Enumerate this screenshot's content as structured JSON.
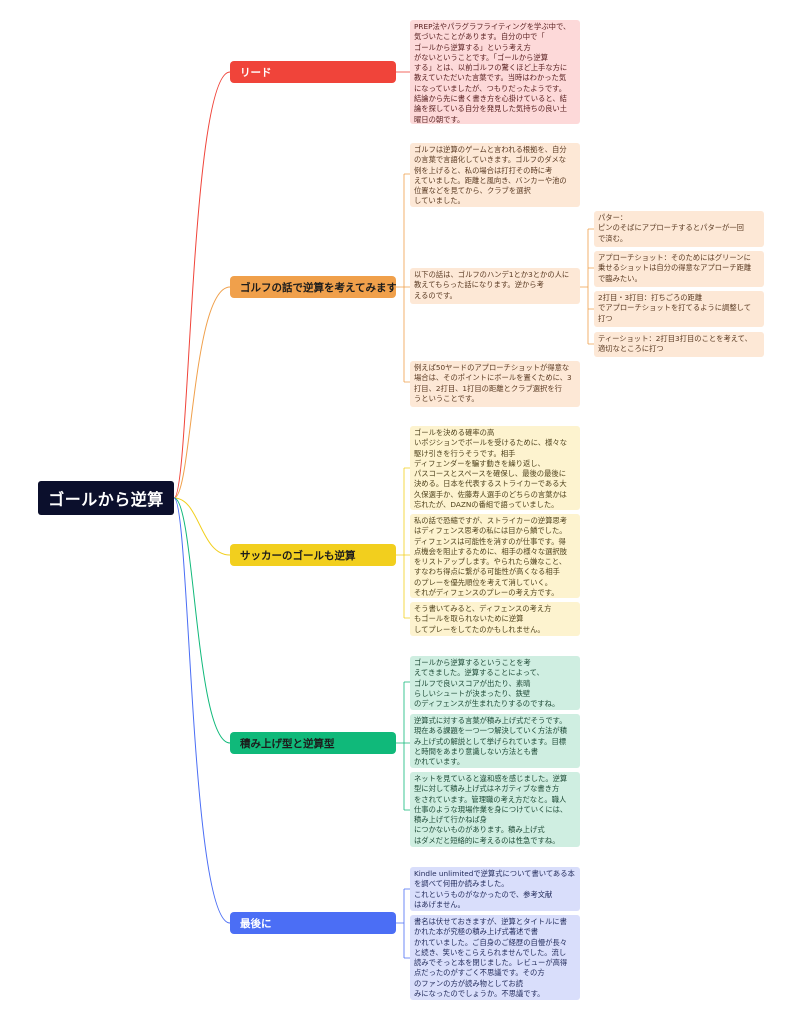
{
  "root": {
    "title": "ゴールから逆算"
  },
  "colors": {
    "root": "#0b0f2c",
    "lead": "#f0443a",
    "golf": "#f0a04b",
    "soccer": "#f2cf1e",
    "stack": "#10b97a",
    "last": "#4b6ef5"
  },
  "branches": {
    "lead": {
      "label": "リード",
      "notes": [
        "PREP法やパラグラフライティングを学ぶ中で、\n気づいたことがあります。自分の中で「\nゴールから逆算する」という考え方\nがないということです。「ゴールから逆算\nする」とは、以前ゴルフの驚くほど上手な方に\n教えていただいた言葉です。当時はわかった気\nになっていましたが、つもりだったようです。\n結論から先に書く書き方を心掛けていると、結\n論を探している自分を発見した気持ちの良い土\n曜日の朝です。"
      ]
    },
    "golf": {
      "label": "ゴルフの話で逆算を考えてみます",
      "notes": [
        "ゴルフは逆算のゲームと言われる根拠を、自分\nの言葉で言語化していきます。ゴルフのダメな\n例を上げると、私の場合は打打その時に考\nえていました。距離と風向き、バンカーや池の\n位置などを見てから、クラブを選択\nしていました。",
        "以下の話は、ゴルフのハンデ1とか3とかの人に\n教えてもらった話になります。逆から考\nえるのです。",
        "例えば50ヤードのアプローチショットが得意な\n場合は、そのポイントにボールを置くために、3\n打目、2打目、1打目の距離とクラブ選択を行\nうということです。"
      ],
      "sub": [
        "パター：\nピンのそばにアプローチするとパターが一回\nで済む。",
        "アプローチショット：そのためにはグリーンに\n乗せるショットは自分の得意なアプローチ距離\nで臨みたい。",
        "2打目・3打目：打ちごろの距離\nでアプローチショットを打てるように調整して\n打つ",
        "ティーショット：2打目3打目のことを考えて、\n適切なところに打つ"
      ]
    },
    "soccer": {
      "label": "サッカーのゴールも逆算",
      "notes": [
        "ゴールを決める確率の高\nいポジションでボールを受けるために、様々な\n駆け引きを行うそうです。相手\nディフェンダーを騙す動きを繰り返し、\nパスコースとスペースを確保し、最後の最後に\n決める。日本を代表するストライカーである大\n久保選手か、佐藤寿人選手のどちらの言葉かは\n忘れたが、DAZNの番組で語っていました。",
        "私の話で恐縮ですが、ストライカーの逆算思考\nはディフェンス思考の私には目から鱗でした。\nディフェンスは可能性を消すのが仕事です。得\n点機会を阻止するために、相手の様々な選択肢\nをリストアップします。やられたら嫌なこと、\nすなわち得点に繋がる可能性が高くなる相手\nのプレーを優先順位を考えて消していく。\nそれがディフェンスのプレーの考え方です。",
        "そう書いてみると、ディフェンスの考え方\nもゴールを取られないために逆算\nしてプレーをしてたのかもしれません。"
      ]
    },
    "stack": {
      "label": "積み上げ型と逆算型",
      "notes": [
        "ゴールから逆算するということを考\nえてきました。逆算することによって、\nゴルフで良いスコアが出たり、素晴\nらしいシュートが決まったり、鉄壁\nのディフェンスが生まれたりするのですね。",
        "逆算式に対する言葉が積み上げ式だそうです。\n現在ある課題を一つ一つ解決していく方法が積\nみ上げ式の解説として挙げられています。目標\nと時間をあまり意識しない方法とも書\nかれています。",
        "ネットを見ていると違和感を感じました。逆算\n型に対して積み上げ式はネガティブな書き方\nをされています。管理職の考え方だなと。職人\n仕事のような現場作業を身につけていくには、\n積み上げて行かねば身\nにつかないものがあります。積み上げ式\nはダメだと短絡的に考えるのは性急ですね。"
      ]
    },
    "last": {
      "label": "最後に",
      "notes": [
        "Kindle unlimitedで逆算式について書いてある本\nを調べて何冊か読みました。\nこれというものがなかったので、参考文献\nはあげません。",
        "書名は伏せておきますが、逆算とタイトルに書\nかれた本が究極の積み上げ式著述で書\nかれていました。ご自身のご経歴の自慢が長々\nと続き、笑いをこらえられませんでした。流し\n読みでそっと本を閉じました。レビューが高得\n点だったのがすごく不思議です。その方\nのファンの方が読み物としてお読\nみになったのでしょうか。不思議です。"
      ]
    }
  }
}
